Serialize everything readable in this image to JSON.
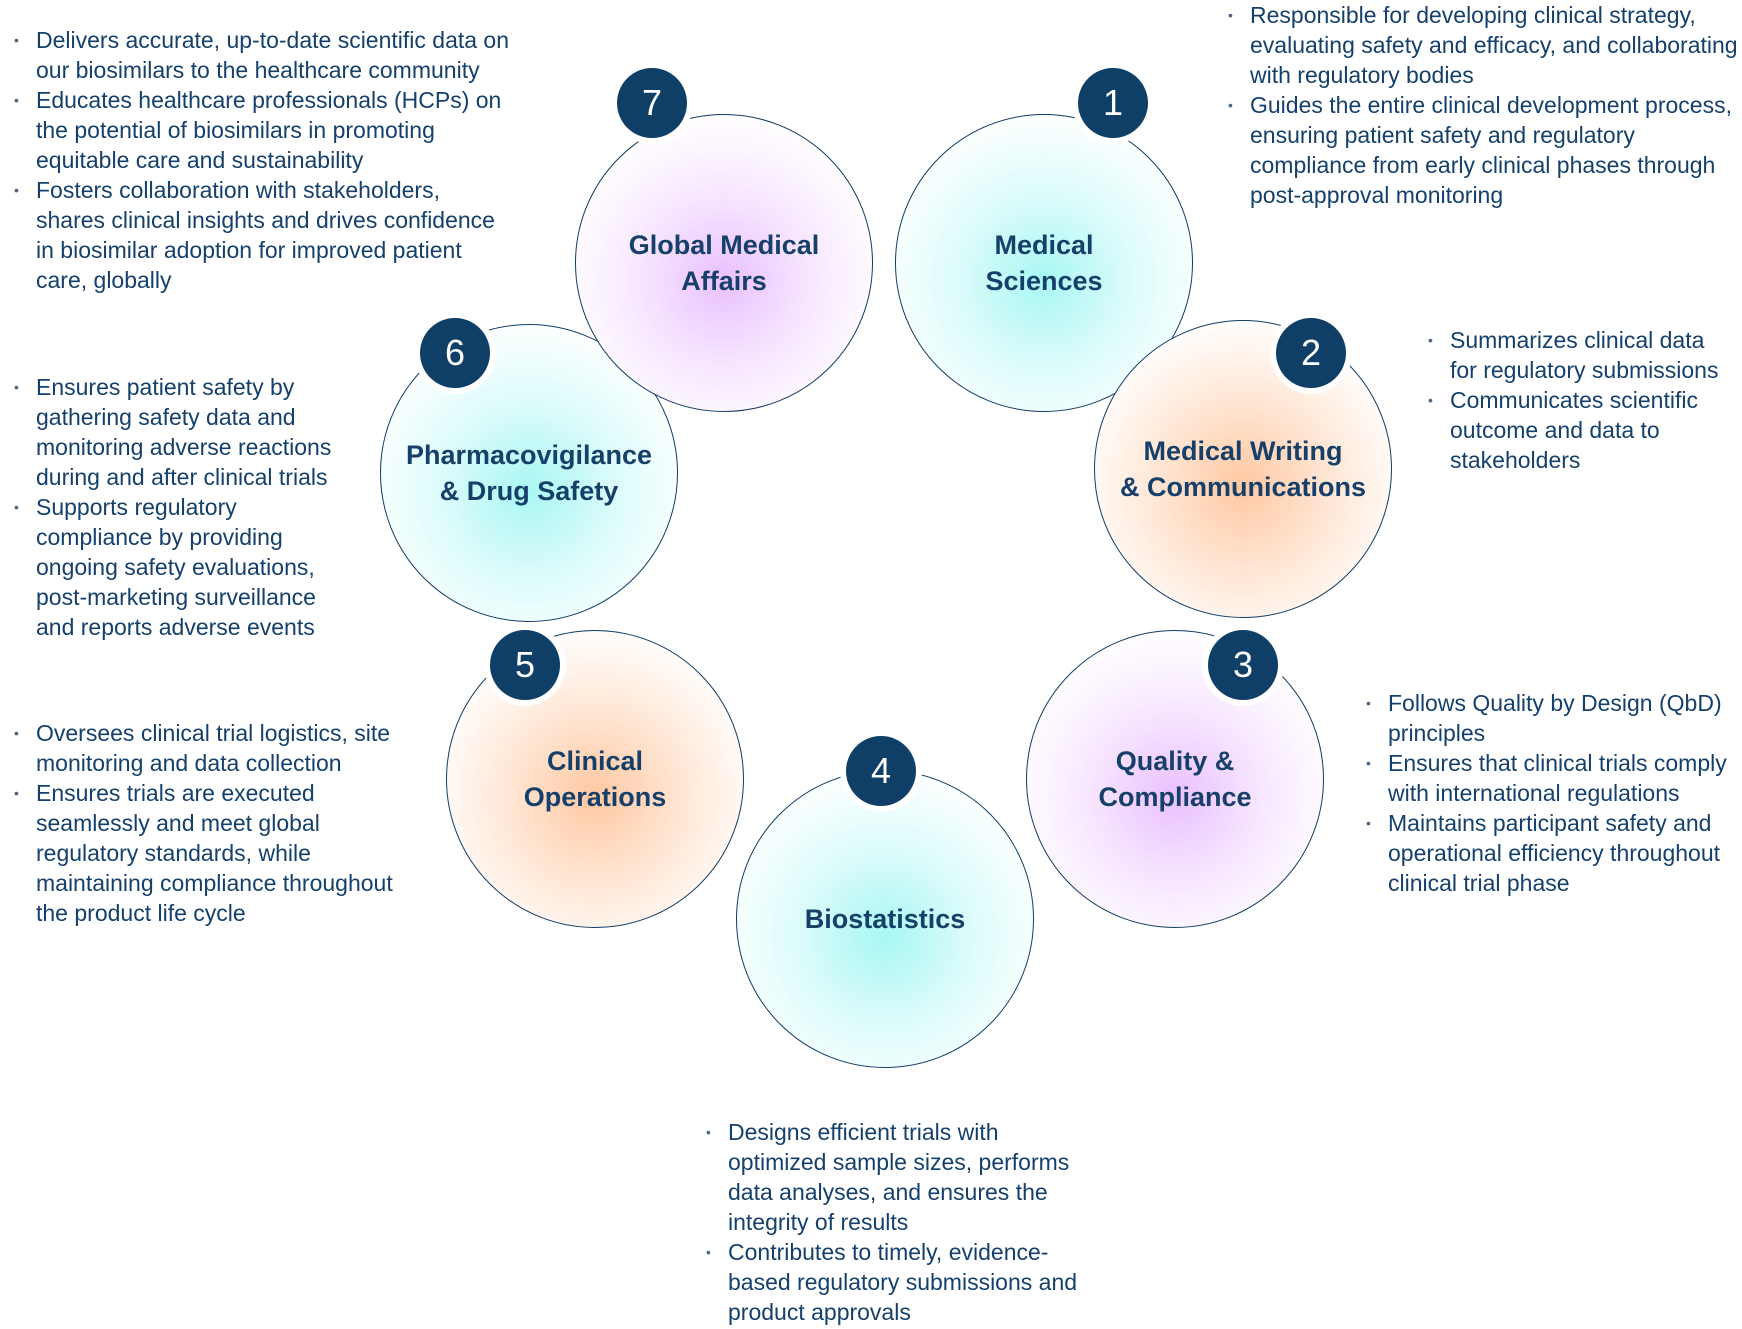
{
  "departments": [
    {
      "number": "1",
      "name": "Medical\nSciences",
      "color": "#a8f7f4",
      "bullets": [
        "Responsible for developing clinical strategy, evaluating safety and efficacy, and collaborating with regulatory bodies",
        "Guides the entire clinical development process, ensuring patient safety and regulatory compliance from early clinical phases through post-approval monitoring"
      ]
    },
    {
      "number": "2",
      "name": "Medical Writing\n& Communications",
      "color": "#ffc8a2",
      "bullets": [
        "Summarizes clinical data for regulatory submissions",
        "Communicates scientific outcome and data to stakeholders"
      ]
    },
    {
      "number": "3",
      "name": "Quality &\nCompliance",
      "color": "#e9c0ff",
      "bullets": [
        "Follows Quality by Design (QbD) principles",
        "Ensures that clinical trials comply with international regulations",
        "Maintains participant safety and operational efficiency throughout clinical trial phase"
      ]
    },
    {
      "number": "4",
      "name": "Biostatistics",
      "color": "#a8f7f4",
      "bullets": [
        "Designs efficient trials with optimized sample sizes, performs data analyses, and ensures the integrity of results",
        "Contributes to timely, evidence-based regulatory submissions and product approvals"
      ]
    },
    {
      "number": "5",
      "name": "Clinical\nOperations",
      "color": "#ffc8a2",
      "bullets": [
        "Oversees clinical trial logistics, site monitoring and data collection",
        "Ensures trials are executed seamlessly and meet global regulatory standards, while maintaining compliance throughout the product life cycle"
      ]
    },
    {
      "number": "6",
      "name": "Pharmacovigilance\n& Drug Safety",
      "color": "#a8f7f4",
      "bullets": [
        "Ensures patient safety by gathering safety data and monitoring adverse reactions during and after clinical trials",
        "Supports regulatory compliance by providing ongoing safety evaluations, post-marketing surveillance and reports adverse events"
      ]
    },
    {
      "number": "7",
      "name": "Global Medical\nAffairs",
      "color": "#e9c0ff",
      "bullets": [
        "Delivers accurate, up-to-date scientific data on our biosimilars to the healthcare community",
        "Educates healthcare professionals (HCPs) on the potential of biosimilars in promoting equitable care and sustainability",
        "Fosters collaboration with stakeholders, shares clinical insights and drives confidence in biosimilar adoption for improved patient care, globally"
      ]
    }
  ]
}
